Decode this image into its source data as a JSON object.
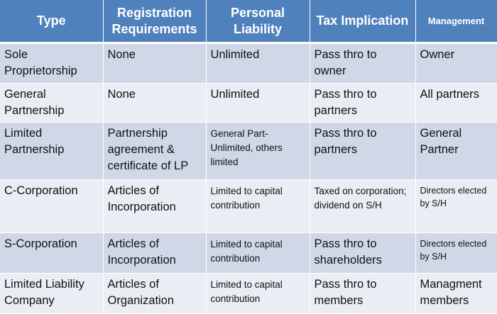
{
  "table": {
    "headers": [
      "Type",
      "Registration Requirements",
      "Personal Liability",
      "Tax Implication",
      "Management"
    ],
    "rows": [
      [
        "Sole Proprietorship",
        "None",
        "Unlimited",
        "Pass thro to owner",
        "Owner"
      ],
      [
        "General Partnership",
        "None",
        "Unlimited",
        "Pass thro to partners",
        "All partners"
      ],
      [
        "Limited Partnership",
        "Partnership agreement & certificate of LP",
        "General Part- Unlimited, others limited",
        "Pass thro to partners",
        "General Partner"
      ],
      [
        "C-Corporation",
        "Articles of Incorporation",
        "Limited to capital contribution",
        "Taxed on corporation; dividend on S/H",
        "Directors elected by S/H"
      ],
      [
        "S-Corporation",
        "Articles of Incorporation",
        "Limited to capital contribution",
        "Pass thro to shareholders",
        "Directors elected by S/H"
      ],
      [
        "Limited Liability Company",
        "Articles of Organization",
        "Limited to capital contribution",
        "Pass thro to members",
        "Managment members"
      ]
    ]
  },
  "colors": {
    "header_bg": "#4f81bd",
    "row_odd_bg": "#d0d8e8",
    "row_even_bg": "#e9edf4"
  }
}
